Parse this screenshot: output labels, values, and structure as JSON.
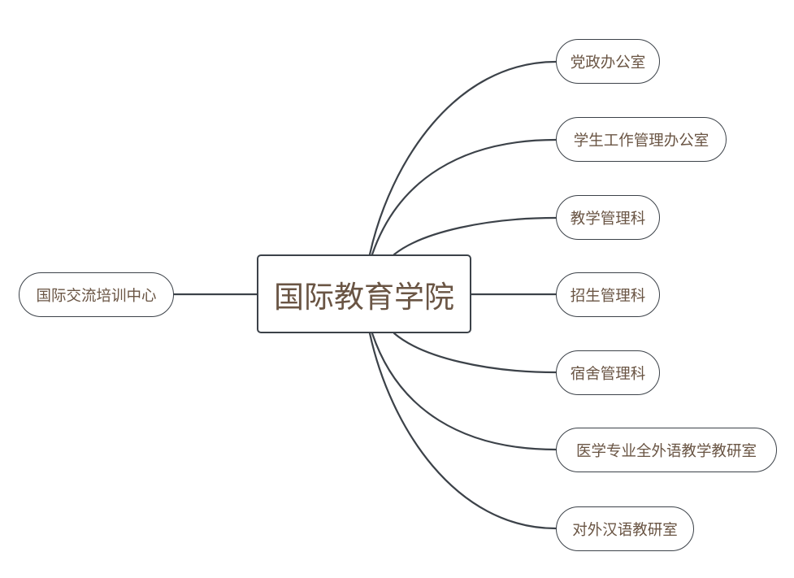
{
  "mindmap": {
    "central": "国际教育学院",
    "left_branches": [
      "国际交流培训中心"
    ],
    "right_branches": [
      "党政办公室",
      "学生工作管理办公室",
      "教学管理科",
      "招生管理科",
      "宿舍管理科",
      "医学专业全外语教学教研室",
      "对外汉语教研室"
    ]
  },
  "colors": {
    "line": "#3c4249",
    "text": "#6a5544",
    "background": "#ffffff"
  }
}
